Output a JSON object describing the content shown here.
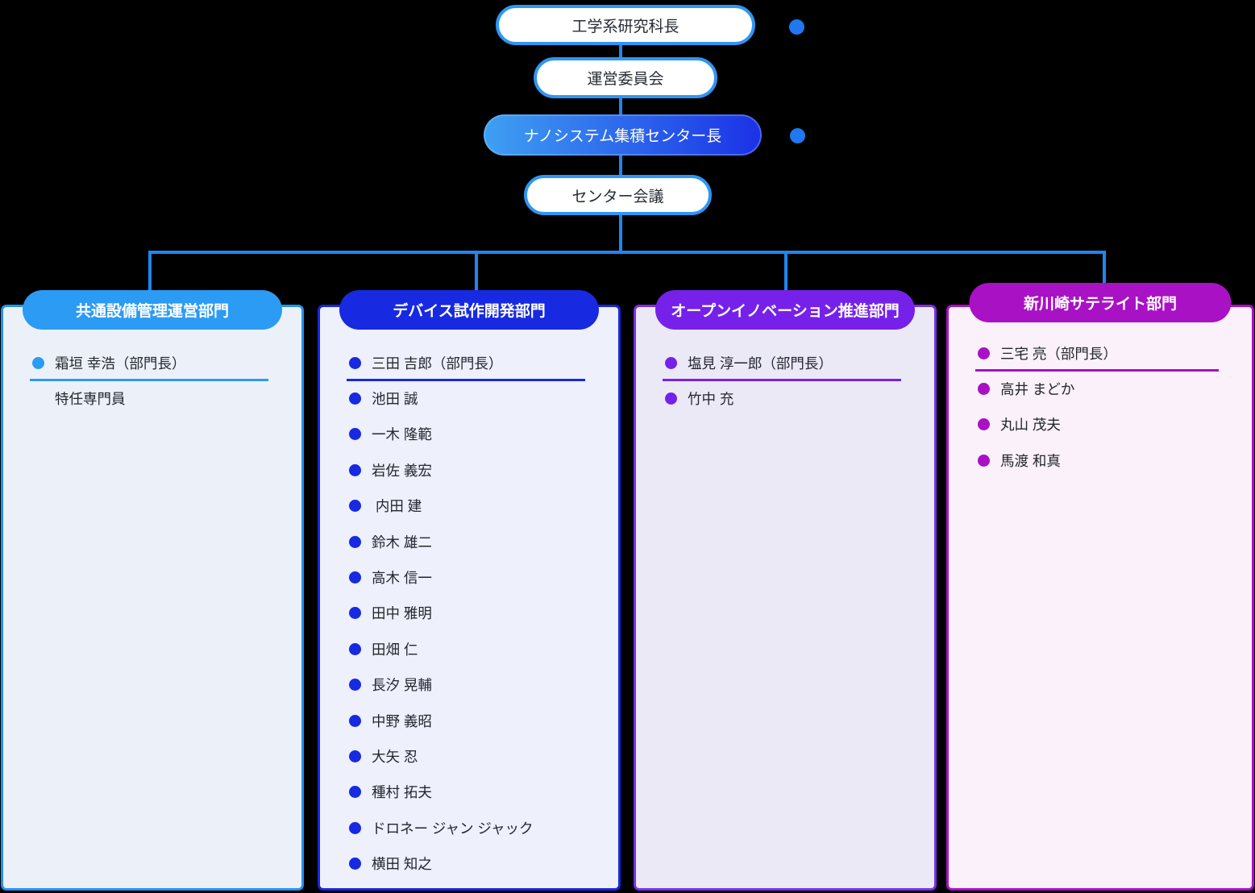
{
  "colors": {
    "background": "#000000",
    "connector": "#1E86F0",
    "marker_dot": "#1E78F0",
    "top_pill_border": "#2E96F4",
    "director_gradient_from": "#3FA0F2",
    "director_gradient_to": "#1B31E6"
  },
  "top_chain": [
    {
      "label": "工学系研究科長"
    },
    {
      "label": "運営委員会"
    },
    {
      "label": "ナノシステム集積センター長"
    },
    {
      "label": "センター会議"
    }
  ],
  "departments": [
    {
      "title": "共通設備管理運営部門",
      "colors": {
        "accent": "#2B9BF4",
        "panel_border": "#2590F0",
        "panel_bg": "#ECF1F9"
      },
      "members": [
        {
          "name": "霜垣 幸浩（部門長）",
          "leader": true
        },
        {
          "name": "特任専門員",
          "bullet": false
        }
      ]
    },
    {
      "title": "デバイス試作開発部門",
      "colors": {
        "accent": "#1729E1",
        "panel_border": "#1726DF",
        "panel_bg": "#EEF0FB"
      },
      "members": [
        {
          "name": "三田 吉郎（部門長）",
          "leader": true
        },
        {
          "name": "池田 誠"
        },
        {
          "name": "一木 隆範"
        },
        {
          "name": "岩佐 義宏"
        },
        {
          "name": " 内田 建"
        },
        {
          "name": "鈴木 雄二"
        },
        {
          "name": "高木 信一"
        },
        {
          "name": "田中 雅明"
        },
        {
          "name": "田畑 仁"
        },
        {
          "name": "長汐 晃輔"
        },
        {
          "name": "中野 義昭"
        },
        {
          "name": "大矢 忍"
        },
        {
          "name": "種村 拓夫"
        },
        {
          "name": "ドロネー ジャン ジャック"
        },
        {
          "name": "横田 知之"
        }
      ]
    },
    {
      "title": "オープンイノベーション推進部門",
      "colors": {
        "accent": "#7621EA",
        "panel_border": "#7B2DE9",
        "panel_bg": "#ECE9F6"
      },
      "members": [
        {
          "name": "塩見 淳一郎（部門長）",
          "leader": true
        },
        {
          "name": "竹中 充"
        }
      ]
    },
    {
      "title": "新川崎サテライト部門",
      "colors": {
        "accent": "#A911C5",
        "panel_border": "#A911C5",
        "panel_bg": "#FAF1FA"
      },
      "members": [
        {
          "name": "三宅 亮（部門長）",
          "leader": true
        },
        {
          "name": "高井 まどか"
        },
        {
          "name": "丸山 茂夫"
        },
        {
          "name": "馬渡 和真"
        }
      ]
    }
  ]
}
